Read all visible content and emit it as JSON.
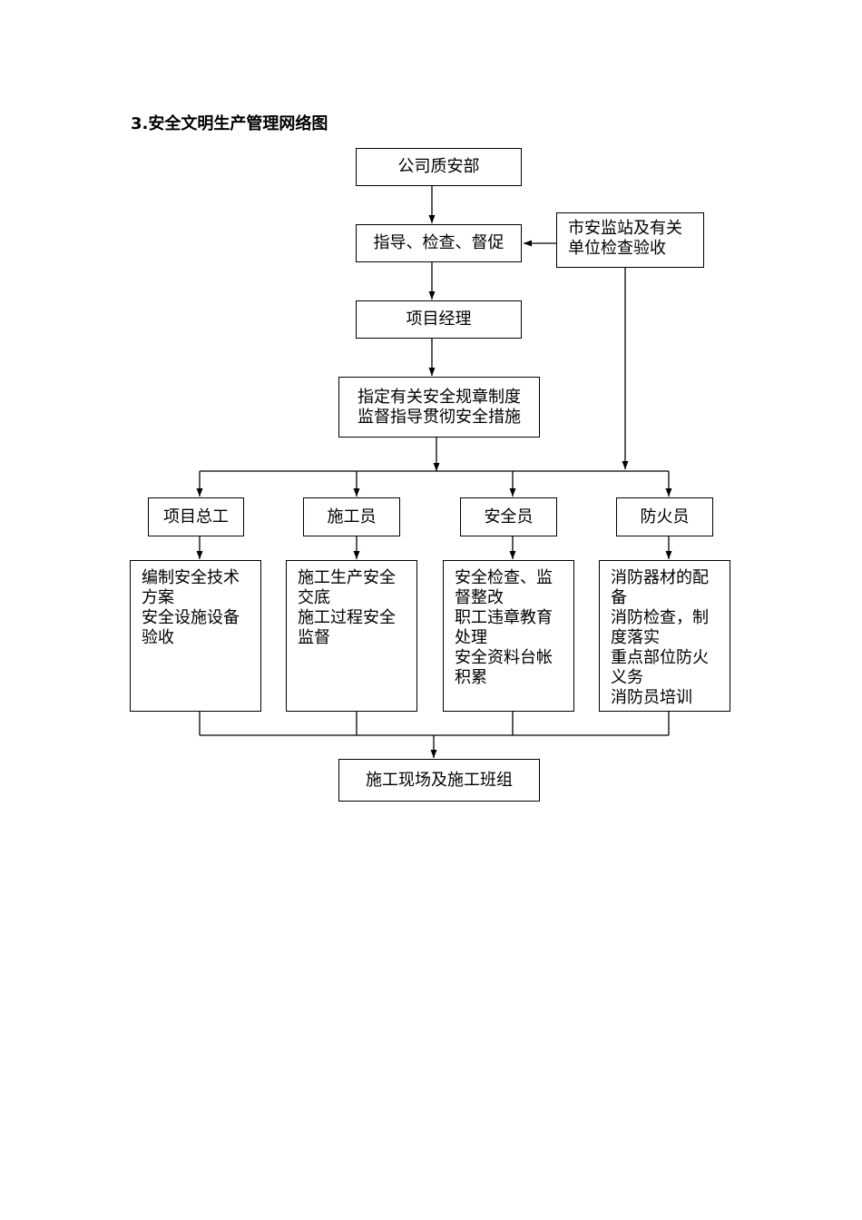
{
  "title": "3.安全文明生产管理网络图",
  "nodes": {
    "company": [
      "公司质安部"
    ],
    "guidance": [
      "指导、检查、督促"
    ],
    "city_station": [
      "市安监站及有关",
      "单位检查验收"
    ],
    "project_manager": [
      "项目经理"
    ],
    "rules": [
      "指定有关安全规章制度",
      "监督指导贯彻安全措施"
    ],
    "chief_engineer": [
      "项目总工"
    ],
    "constructor": [
      "施工员"
    ],
    "safety_officer": [
      "安全员"
    ],
    "fire_officer": [
      "防火员"
    ],
    "chief_engineer_duties": [
      "编制安全技术",
      "方案",
      "安全设施设备",
      "验收"
    ],
    "constructor_duties": [
      "施工生产安全",
      "交底",
      "施工过程安全",
      "监督"
    ],
    "safety_officer_duties": [
      "安全检查、监",
      "督整改",
      "职工违章教育",
      "处理",
      "安全资料台帐",
      "积累"
    ],
    "fire_officer_duties": [
      "消防器材的配",
      "备",
      "消防检查，制",
      "度落实",
      "重点部位防火",
      "义务",
      "消防员培训"
    ],
    "site": [
      "施工现场及施工班组"
    ]
  },
  "colors": {
    "line": "#000000",
    "box_border": "#000000",
    "background": "#ffffff"
  }
}
